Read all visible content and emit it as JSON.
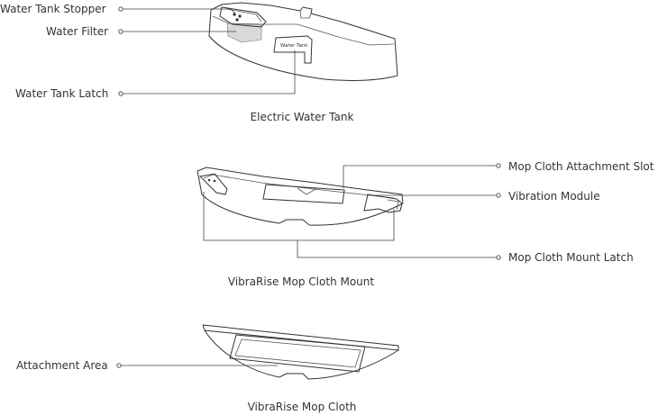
{
  "water_tank": {
    "caption": "Electric Water Tank",
    "labels": {
      "stopper": "Water Tank Stopper",
      "filter": "Water Filter",
      "latch": "Water Tank Latch"
    },
    "latch_marking": "Water Tank"
  },
  "mop_mount": {
    "caption": "VibraRise Mop Cloth Mount",
    "labels": {
      "attachment_slot": "Mop Cloth Attachment Slot",
      "vibration_module": "Vibration Module",
      "mount_latch": "Mop Cloth Mount Latch"
    }
  },
  "mop_cloth": {
    "caption": "VibraRise Mop Cloth",
    "labels": {
      "attachment_area": "Attachment Area"
    }
  },
  "colors": {
    "line": "#333333",
    "filter_fill": "#d9d9d9"
  }
}
